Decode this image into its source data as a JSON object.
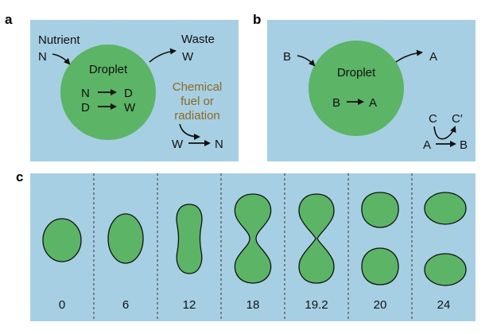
{
  "colors": {
    "panel_bg": "#a7cfe3",
    "droplet": "#5cb466",
    "fuel_text": "#8a6a22"
  },
  "panel_a": {
    "letter": "a",
    "nutrient_label": "Nutrient",
    "nutrient_symbol": "N",
    "waste_label": "Waste",
    "waste_symbol": "W",
    "droplet_label": "Droplet",
    "reaction_1": {
      "left": "N",
      "right": "D"
    },
    "reaction_2": {
      "left": "D",
      "right": "W"
    },
    "fuel_lines": [
      "Chemical",
      "fuel or",
      "radiation"
    ],
    "regen": {
      "left": "W",
      "right": "N"
    }
  },
  "panel_b": {
    "letter": "b",
    "input_symbol": "B",
    "output_symbol": "A",
    "droplet_label": "Droplet",
    "reaction": {
      "left": "B",
      "right": "A"
    },
    "cofactor_in": "C",
    "cofactor_out": "C′",
    "regen": {
      "left": "A",
      "right": "B"
    }
  },
  "panel_c": {
    "letter": "c",
    "time_labels": [
      "0",
      "6",
      "12",
      "18",
      "19.2",
      "20",
      "24"
    ]
  }
}
